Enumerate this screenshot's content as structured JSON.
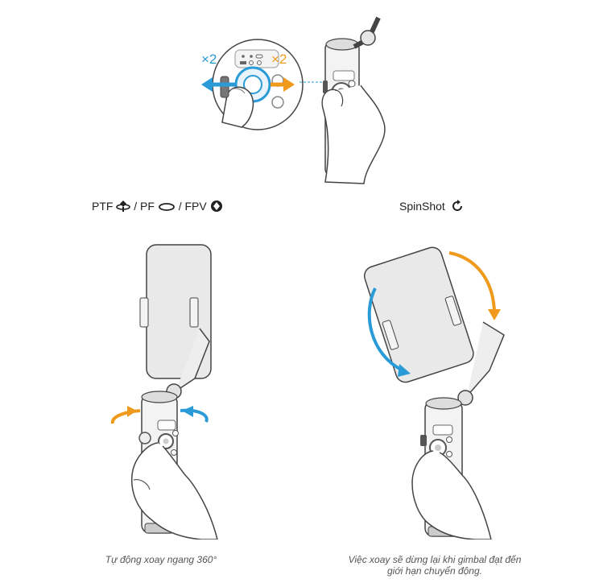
{
  "top_panel": {
    "left_press_count": "×2",
    "right_press_count": "×2",
    "colors": {
      "blue": "#2a9bd6",
      "orange": "#ef9a1c"
    }
  },
  "modes": {
    "ptf": "PTF",
    "pf": "/ PF",
    "fpv": "/ FPV",
    "spinshot": "SpinShot",
    "icons": [
      "ptf-mode-icon",
      "pf-mode-icon",
      "fpv-mode-icon",
      "spinshot-mode-icon"
    ]
  },
  "captions": {
    "left": "Tự động xoay ngang 360°",
    "right_line1": "Việc xoay sẽ dừng lại khi gimbal đạt đến",
    "right_line2": "giới hạn chuyển động."
  }
}
